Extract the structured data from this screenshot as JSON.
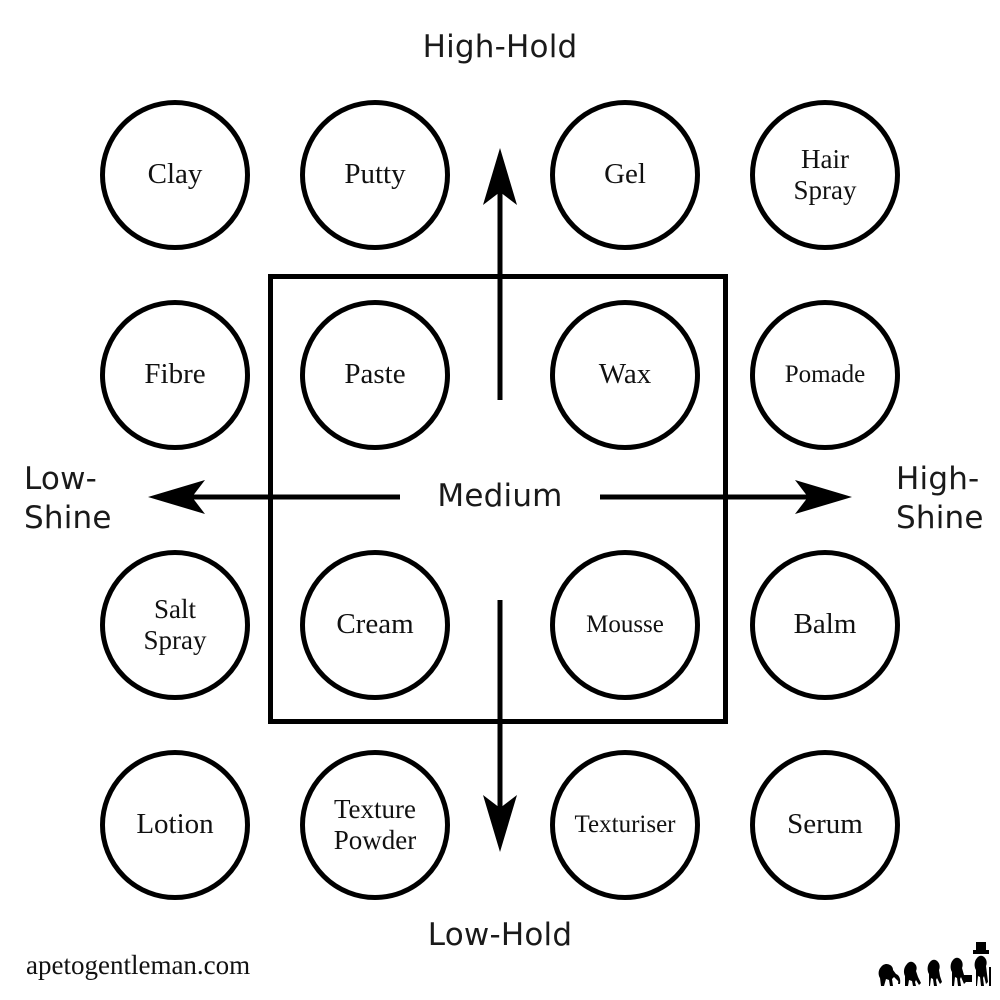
{
  "diagram": {
    "title_axis_top": "High-Hold",
    "title_axis_bottom": "Low-Hold",
    "title_axis_left": "Low-\nShine",
    "title_axis_right": "High-\nShine",
    "center_label": "Medium",
    "accent_color": "#000000",
    "background_color": "#ffffff",
    "text_color": "#111111"
  },
  "grid": {
    "rows": [
      {
        "row_name": "high-hold-row",
        "cells": [
          {
            "label": "Clay",
            "lines": 1
          },
          {
            "label": "Putty",
            "lines": 1
          },
          {
            "label": "Gel",
            "lines": 1
          },
          {
            "label": "Hair\nSpray",
            "lines": 2
          }
        ]
      },
      {
        "row_name": "upper-medium-row",
        "cells": [
          {
            "label": "Fibre",
            "lines": 1
          },
          {
            "label": "Paste",
            "lines": 1
          },
          {
            "label": "Wax",
            "lines": 1
          },
          {
            "label": "Pomade",
            "lines": 1
          }
        ]
      },
      {
        "row_name": "lower-medium-row",
        "cells": [
          {
            "label": "Salt\nSpray",
            "lines": 2
          },
          {
            "label": "Cream",
            "lines": 1
          },
          {
            "label": "Mousse",
            "lines": 1
          },
          {
            "label": "Balm",
            "lines": 1
          }
        ]
      },
      {
        "row_name": "low-hold-row",
        "cells": [
          {
            "label": "Lotion",
            "lines": 1
          },
          {
            "label": "Texture\nPowder",
            "lines": 2
          },
          {
            "label": "Texturiser",
            "lines": 1
          },
          {
            "label": "Serum",
            "lines": 1
          }
        ]
      }
    ]
  },
  "footer": {
    "site": "apetogentleman.com",
    "logo_name": "ape-to-gentleman-evolution-logo"
  }
}
